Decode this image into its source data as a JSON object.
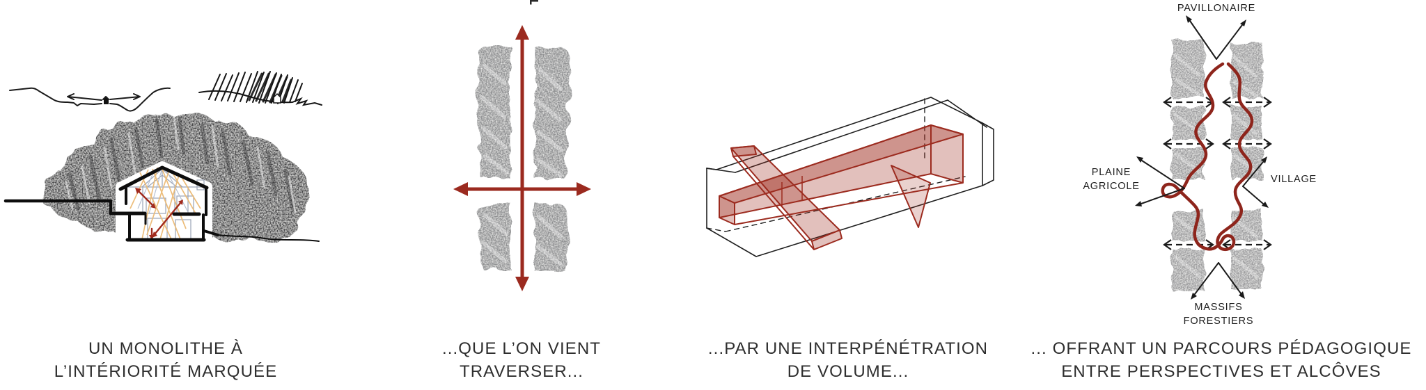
{
  "page": {
    "background": "#ffffff"
  },
  "colors": {
    "accent_red": "#9b2a1f",
    "path_red": "#8e251c",
    "red_volume_fill": "rgba(160,45,32,0.30)",
    "charcoal_dark": "#4a4a4c",
    "charcoal_light": "#909092",
    "ink": "#141414",
    "caption_text": "#2e2e2e",
    "orange_sightline": "#ecba74",
    "interior_line": "#9aa3b6"
  },
  "panels": [
    {
      "id": "monolithe",
      "caption": [
        "UN MONOLITHE À",
        "L’INTÉRIORITÉ MARQUÉE"
      ]
    },
    {
      "id": "traverser",
      "caption": [
        "...QUE L’ON VIENT",
        "TRAVERSER..."
      ]
    },
    {
      "id": "interpenetration",
      "caption": [
        "...PAR UNE INTERPÉNÉTRATION",
        "DE VOLUME..."
      ]
    },
    {
      "id": "parcours",
      "caption": [
        "... OFFRANT UN PARCOURS PÉDAGOGIQUE",
        "ENTRE PERSPECTIVES ET ALCÔVES"
      ],
      "labels": {
        "top": "PAVILLONAIRE",
        "left": [
          "PLAINE",
          "AGRICOLE"
        ],
        "right": "VILLAGE",
        "bottom": [
          "MASSIFS",
          "FORESTIERS"
        ]
      }
    }
  ]
}
